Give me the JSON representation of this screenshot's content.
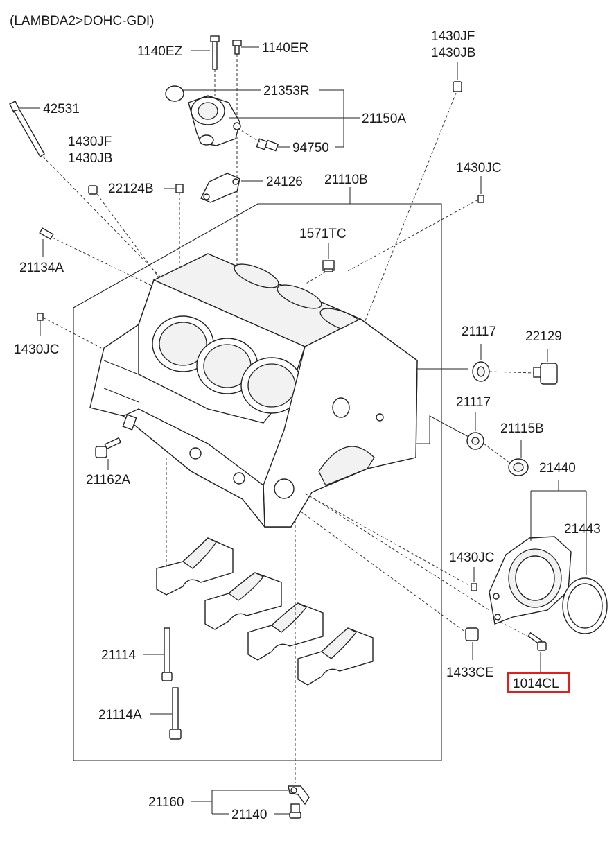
{
  "title": "(LAMBDA2>DOHC-GDI)",
  "labels": {
    "p1140EZ": "1140EZ",
    "p1140ER": "1140ER",
    "p1430JF_top": "1430JF",
    "p1430JB_top": "1430JB",
    "p42531": "42531",
    "p21353R": "21353R",
    "p21150A": "21150A",
    "p94750": "94750",
    "p1430JF_left": "1430JF",
    "p1430JB_left": "1430JB",
    "p22124B": "22124B",
    "p24126": "24126",
    "p21110B": "21110B",
    "p1430JC_topright": "1430JC",
    "p1571TC": "1571TC",
    "p21134A": "21134A",
    "p1430JC_left": "1430JC",
    "p21117_a": "21117",
    "p22129": "22129",
    "p21117_b": "21117",
    "p21115B": "21115B",
    "p21440": "21440",
    "p21162A": "21162A",
    "p21443": "21443",
    "p1430JC_right": "1430JC",
    "p21114": "21114",
    "p1433CE": "1433CE",
    "p1014CL": "1014CL",
    "p21114A": "21114A",
    "p21160": "21160",
    "p21140": "21140"
  },
  "highlight": "1014CL",
  "colors": {
    "highlight": "#e0201c",
    "ink": "#222222"
  }
}
